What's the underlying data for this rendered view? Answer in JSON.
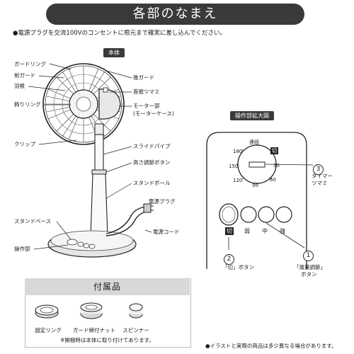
{
  "title": "各部のなまえ",
  "note_top": "●電源プラグを交流100Vのコンセントに根元まで確実に差し込んでください。",
  "main_tag": "本体",
  "labels": {
    "guard_ring": "ガードリング",
    "front_guard": "前ガード",
    "blade": "羽根",
    "deco_ring": "飾りリング",
    "clip": "クリップ",
    "stand_base": "スタンドベース",
    "control": "操作部",
    "rear_guard": "後ガード",
    "swing_knob": "首振ツマミ",
    "motor": "モーター部",
    "motor_case": "(モーターケース)",
    "slide_pipe": "スライドパイプ",
    "height_button": "高さ調節ボタン",
    "stand_pole": "スタンドポール",
    "power_plug": "電源プラグ",
    "power_cord": "電源コード"
  },
  "panel": {
    "tag": "操作部拡大図",
    "dial_top": "連続",
    "dial_off": "切",
    "ticks": [
      "180",
      "150",
      "120",
      "90",
      "60",
      "30"
    ],
    "off_key": "切",
    "speed_keys": [
      "弱",
      "中",
      "強"
    ],
    "num3": "3",
    "timer_label_1": "タイマー",
    "timer_label_2": "ツマミ",
    "num2": "2",
    "off_btn_label": "「切」ボタン",
    "num1": "1",
    "speed_label_1": "「風量調節」",
    "speed_label_2": "ボタン"
  },
  "accessories": {
    "title": "付属品",
    "items": [
      "固定リング",
      "ガード締付ナット",
      "スピンナー"
    ],
    "note": "※開梱時は本体に取り付けてあります。"
  },
  "note_bottom": "●イラストと実際の商品は多少異なる場合があります。"
}
